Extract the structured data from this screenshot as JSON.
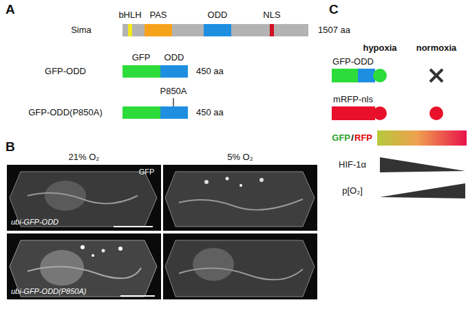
{
  "diagram": {
    "labels": [
      "A",
      "bHLH",
      "PAS",
      "ODD",
      "NLS",
      "Sima",
      "1507 aa",
      "GFP",
      "ODD",
      "GFP-ODD",
      "450 aa",
      "P850A",
      "GFP-ODD(P850A)",
      "450 aa",
      "B",
      "21% O₂",
      "5% O₂",
      "GFP",
      "ubi-GFP-ODD",
      "ubi-GFP-ODD(P850A)",
      "C",
      "hypoxia",
      "normoxia",
      "GFP-ODD",
      "mRFP-nls",
      "GFP",
      "/",
      "RFP",
      "HIF-1α",
      "p[O₂]"
    ]
  }
}
